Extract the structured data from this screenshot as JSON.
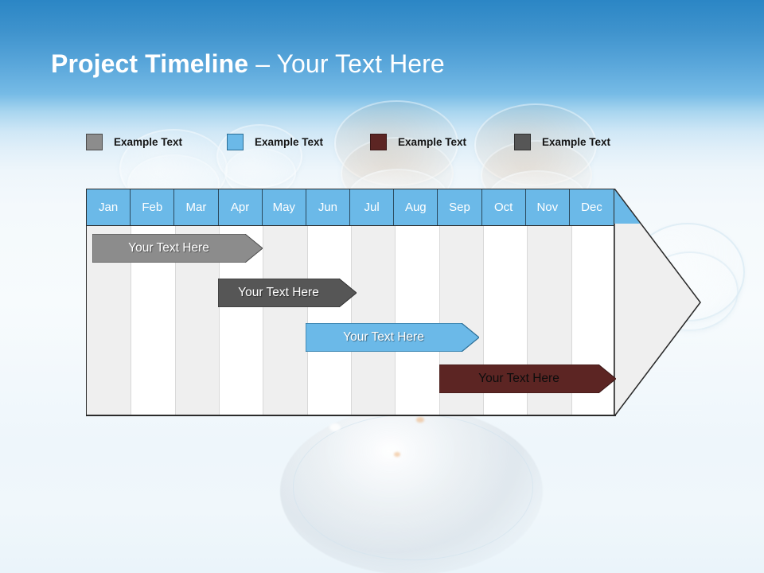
{
  "slide": {
    "title_strong": "Project Timeline",
    "title_light": " – Your Text Here"
  },
  "legend": {
    "items": [
      {
        "label": "Example Text",
        "color": "#8C8C8C",
        "border": "#4A4A4A"
      },
      {
        "label": "Example Text",
        "color": "#6BB9E8",
        "border": "#2B6E96"
      },
      {
        "label": "Example Text",
        "color": "#5C2523",
        "border": "#3A1716"
      },
      {
        "label": "Example Text",
        "color": "#565656",
        "border": "#303030"
      }
    ]
  },
  "chart_data": {
    "type": "bar",
    "title": "Project Timeline – Your Text Here",
    "xlabel": "",
    "ylabel": "",
    "categories": [
      "Jan",
      "Feb",
      "Mar",
      "Apr",
      "May",
      "Jun",
      "Jul",
      "Aug",
      "Sep",
      "Oct",
      "Nov",
      "Dec"
    ],
    "header_bg": "#6BB9E8",
    "header_text_color": "#FFFFFF",
    "stripe_shade": "#EFEFEF",
    "stripe_plain": "#FFFFFF",
    "grid": true,
    "legend_position": "top",
    "series": [
      {
        "name": "Example Text",
        "label": "Your  Text Here",
        "start_month": "Jan",
        "end_month": "Apr",
        "start_index": 0,
        "end_index": 3.5,
        "row": 0,
        "fill": "#8C8C8C",
        "border": "#4A4A4A",
        "text_color": "#FFFFFF"
      },
      {
        "name": "Example Text",
        "label": "Your  Text Here",
        "start_month": "Apr",
        "end_month": "Jun",
        "start_index": 3,
        "end_index": 6.0,
        "row": 1,
        "fill": "#565656",
        "border": "#303030",
        "text_color": "#FFFFFF"
      },
      {
        "name": "Example Text",
        "label": "Your  Text Here",
        "start_month": "Jun",
        "end_month": "Sep",
        "start_index": 5,
        "end_index": 8.9,
        "row": 2,
        "fill": "#6BB9E8",
        "border": "#2B6E96",
        "text_color": "#FFFFFF"
      },
      {
        "name": "Example Text",
        "label": "Your  Text Here",
        "start_month": "Sep",
        "end_month": "Dec",
        "start_index": 8,
        "end_index": 12.0,
        "row": 3,
        "fill": "#5C2523",
        "border": "#3A1716",
        "text_color": "#0D0D0D"
      }
    ]
  }
}
